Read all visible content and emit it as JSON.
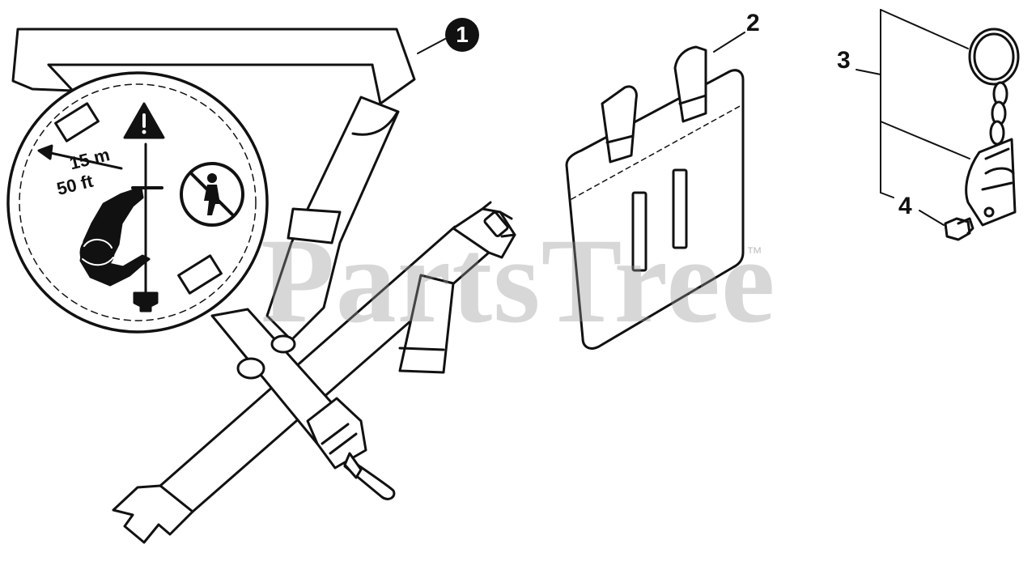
{
  "callouts": {
    "item_1": "1",
    "item_2": "2",
    "item_3": "3",
    "item_4": "4"
  },
  "decal": {
    "distance_metric": "15 m",
    "distance_imperial": "50 ft"
  },
  "watermark": {
    "text": "PartsTree",
    "trademark": "™"
  }
}
